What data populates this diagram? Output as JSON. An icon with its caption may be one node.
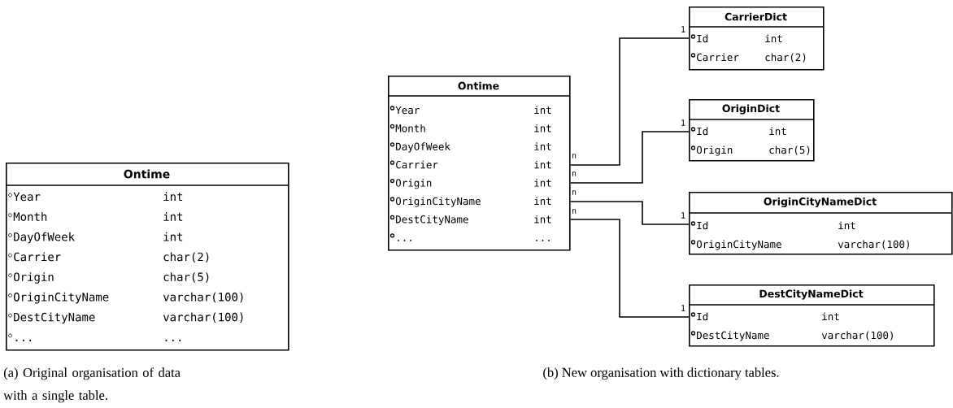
{
  "diagram": {
    "nodes": [
      {
        "text": [
          "Ontime",
          "Year",
          "int",
          "Month",
          "int",
          "DayOfWeek",
          "int",
          "Carrier",
          "char(2)",
          "Origin",
          "char(5)",
          "OriginCityName",
          "varchar(100)",
          "DestCityName",
          "varchar(100)",
          "...",
          "..."
        ]
      },
      {
        "text": [
          "Ontime",
          "Year",
          "int",
          "Month",
          "int",
          "DayOfWeek",
          "int",
          "Carrier",
          "int",
          "Origin",
          "int",
          "OriginCityName",
          "int",
          "DestCityName",
          "int",
          "...",
          "..."
        ]
      },
      {
        "text": [
          "CarrierDict",
          "Id",
          "int",
          "Carrier",
          "char(2)"
        ]
      },
      {
        "text": [
          "OriginDict",
          "Id",
          "int",
          "Origin",
          "char(5)"
        ]
      },
      {
        "text": [
          "OriginCityNameDict",
          "Id",
          "int",
          "OriginCityName",
          "varchar(100)"
        ]
      },
      {
        "text": [
          "DestCityNameDict",
          "Id",
          "int",
          "DestCityName",
          "varchar(100)"
        ]
      }
    ],
    "edges": [
      {
        "from": 1,
        "to": 2,
        "arrow": "none"
      },
      {
        "from": 1,
        "to": 3,
        "arrow": "none"
      },
      {
        "from": 1,
        "to": 4,
        "arrow": "none"
      },
      {
        "from": 1,
        "to": 5,
        "arrow": "none"
      }
    ],
    "labels": [
      "1",
      "1",
      "n",
      "n",
      "n",
      "n",
      "1",
      "1",
      "(a) Original organisation of data with a single table.",
      "(b) New organisation with dictionary tables."
    ]
  }
}
